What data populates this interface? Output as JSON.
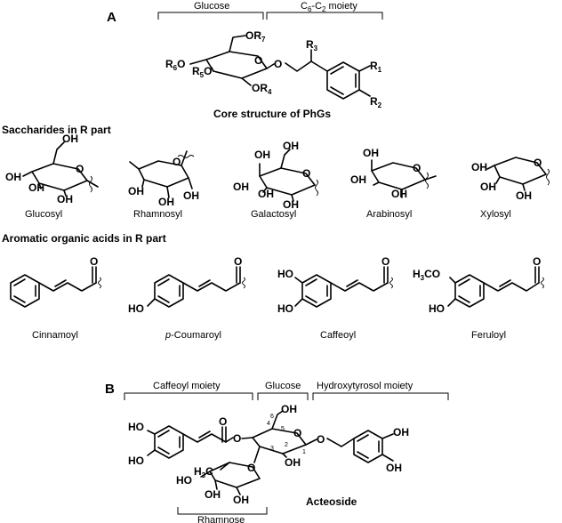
{
  "panel_a": {
    "letter": "A",
    "glucose_bracket": "Glucose",
    "moiety_bracket_prefix": "C",
    "moiety_bracket_sub1": "6",
    "moiety_bracket_mid": "-C",
    "moiety_bracket_sub2": "2",
    "moiety_bracket_suffix": " moiety",
    "core_caption": "Core structure of PhGs",
    "core_labels": {
      "r7": "OR",
      "r7_sub": "7",
      "r6": "R",
      "r6_sub": "6",
      "r6_tail": "O",
      "r5": "R",
      "r5_sub": "5",
      "r5_tail": "O",
      "r4": "OR",
      "r4_sub": "4",
      "ring_o": "O",
      "link_o": "O",
      "r3": "R",
      "r3_sub": "3",
      "r1": "R",
      "r1_sub": "1",
      "r2": "R",
      "r2_sub": "2"
    }
  },
  "saccharides": {
    "heading": "Saccharides in R part",
    "atoms": {
      "oh": "OH",
      "o": "O"
    },
    "items": [
      {
        "name": "Glucosyl"
      },
      {
        "name": "Rhamnosyl"
      },
      {
        "name": "Galactosyl"
      },
      {
        "name": "Arabinosyl"
      },
      {
        "name": "Xylosyl"
      }
    ]
  },
  "acids": {
    "heading": "Aromatic organic acids in R part",
    "atoms": {
      "ho": "HO",
      "o": "O",
      "h3co_a": "H",
      "h3co_sub": "3",
      "h3co_b": "CO"
    },
    "items": [
      {
        "name": "Cinnamoyl"
      },
      {
        "name_prefix": "p",
        "name_rest": "-Coumaroyl"
      },
      {
        "name": "Caffeoyl"
      },
      {
        "name": "Feruloyl"
      }
    ]
  },
  "panel_b": {
    "letter": "B",
    "caffeoyl_bracket": "Caffeoyl moiety",
    "glucose_bracket": "Glucose",
    "hydroxytyrosol_bracket": "Hydroxytyrosol moiety",
    "rhamnose_bracket": "Rhamnose",
    "compound_name": "Acteoside",
    "atoms": {
      "ho": "HO",
      "oh": "OH",
      "o": "O",
      "h3c_a": "H",
      "h3c_sub": "3",
      "h3c_b": "C"
    },
    "numbers": [
      "1",
      "2",
      "3",
      "4",
      "5",
      "6"
    ]
  }
}
